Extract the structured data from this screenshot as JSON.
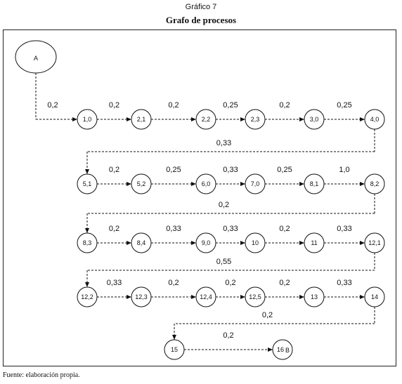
{
  "figure": {
    "number_label": "Gráfico 7",
    "title": "Grafo de procesos",
    "source": "Fuente: elaboración propia."
  },
  "start_node": "A",
  "rows": [
    {
      "nodes": [
        "1,0",
        "2,1",
        "2,2",
        "2,3",
        "3,0",
        "4,0"
      ],
      "edges": [
        "0,2",
        "0,2",
        "0,2",
        "0,25",
        "0,2",
        "0,25"
      ]
    },
    {
      "incoming": "0,33",
      "nodes": [
        "5,1",
        "5,2",
        "6,0",
        "7,0",
        "8,1",
        "8,2"
      ],
      "edges": [
        "0,2",
        "0,25",
        "0,33",
        "0,25",
        "1,0"
      ]
    },
    {
      "incoming": "0,2",
      "nodes": [
        "8,3",
        "8,4",
        "9,0",
        "10",
        "11",
        "12,1"
      ],
      "edges": [
        "0,2",
        "0,33",
        "0,33",
        "0,2",
        "0,33"
      ]
    },
    {
      "incoming": "0,55",
      "nodes": [
        "12,2",
        "12,3",
        "12,4",
        "12,5",
        "13",
        "14"
      ],
      "edges": [
        "0,33",
        "0,2",
        "0,2",
        "0,2",
        "0,33"
      ]
    },
    {
      "incoming": "0,2",
      "nodes": [
        "15",
        "16"
      ],
      "edges": [
        "0,2"
      ]
    }
  ],
  "end_node_suffix": "B"
}
